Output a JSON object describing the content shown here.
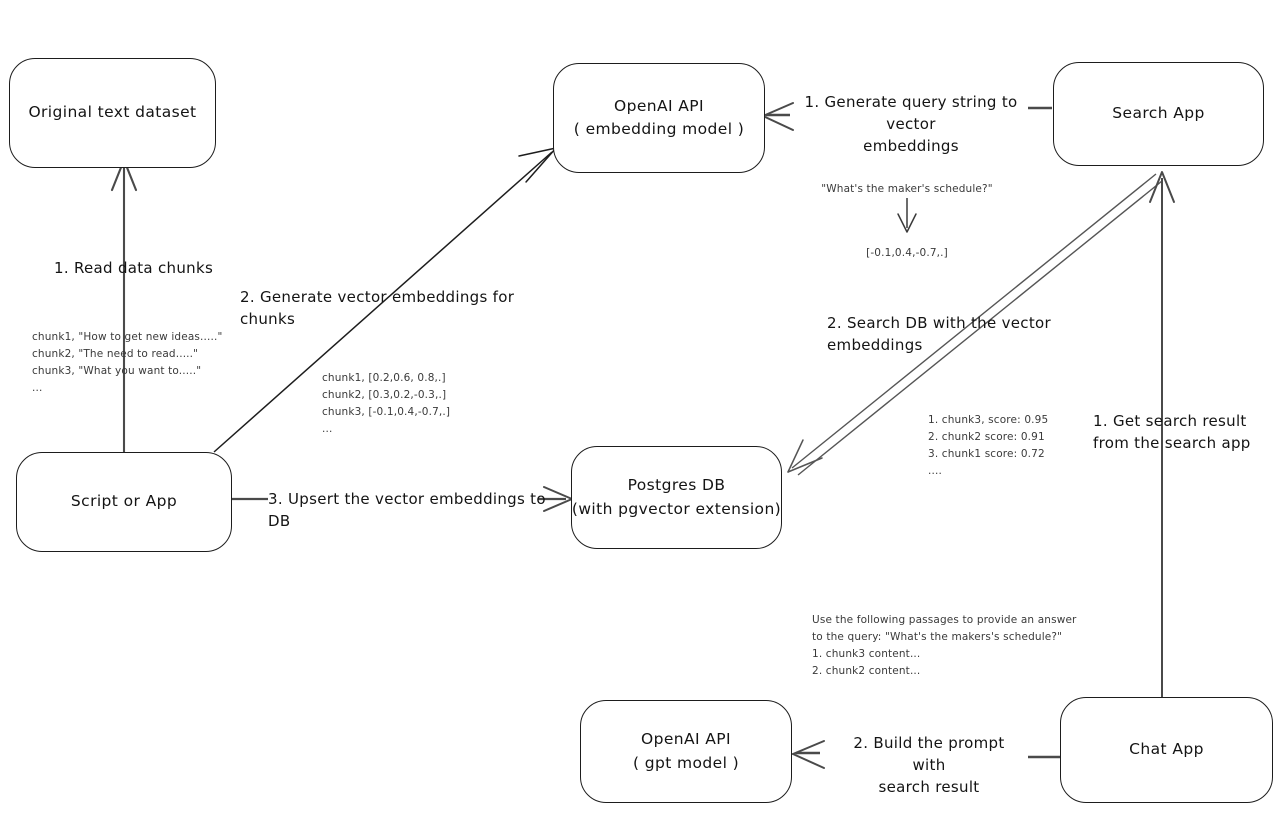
{
  "diagram": {
    "title": "Vector search RAG architecture",
    "stroke_color": "#1d1d1d",
    "note_color": "#3a3a3a",
    "background": "#ffffff"
  },
  "nodes": {
    "original_dataset": {
      "line1": "Original text dataset"
    },
    "script_or_app": {
      "line1": "Script or App"
    },
    "openai_embedding": {
      "line1": "OpenAI API",
      "line2": "( embedding model )"
    },
    "postgres_db": {
      "line1": "Postgres DB",
      "line2": "(with pgvector extension)"
    },
    "search_app": {
      "line1": "Search App"
    },
    "chat_app": {
      "line1": "Chat App"
    },
    "openai_gpt": {
      "line1": "OpenAI API",
      "line2": "( gpt model )"
    }
  },
  "edge_labels": {
    "read_data_chunks": "1. Read data chunks",
    "generate_vector_embeddings": "2. Generate vector embeddings for chunks",
    "upsert_to_db": "3. Upsert the vector embeddings  to DB",
    "generate_query_embeddings": "1. Generate query string to vector\nembeddings",
    "search_db": "2. Search DB with the vector embeddings",
    "get_search_result": "1. Get search result\nfrom the search app",
    "build_prompt": "2. Build the prompt with\nsearch result"
  },
  "notes": {
    "source_chunks": "chunk1, \"How to get new ideas.....\"\nchunk2, \"The need to read.....\"\nchunk3, \"What you want to.....\"\n...",
    "chunk_embeddings": "chunk1, [0.2,0.6, 0.8,.]\nchunk2, [0.3,0.2,-0.3,.]\nchunk3, [-0.1,0.4,-0.7,.]\n...",
    "query_text": "\"What's the maker's schedule?\"",
    "query_vector": "[-0.1,0.4,-0.7,.]",
    "search_results": "1. chunk3, score: 0.95\n2. chunk2 score: 0.91\n3. chunk1 score: 0.72\n....",
    "prompt_text": "Use the following passages to provide an answer\nto the query: \"What's the makers's schedule?\"\n1. chunk3 content...\n2. chunk2 content..."
  }
}
